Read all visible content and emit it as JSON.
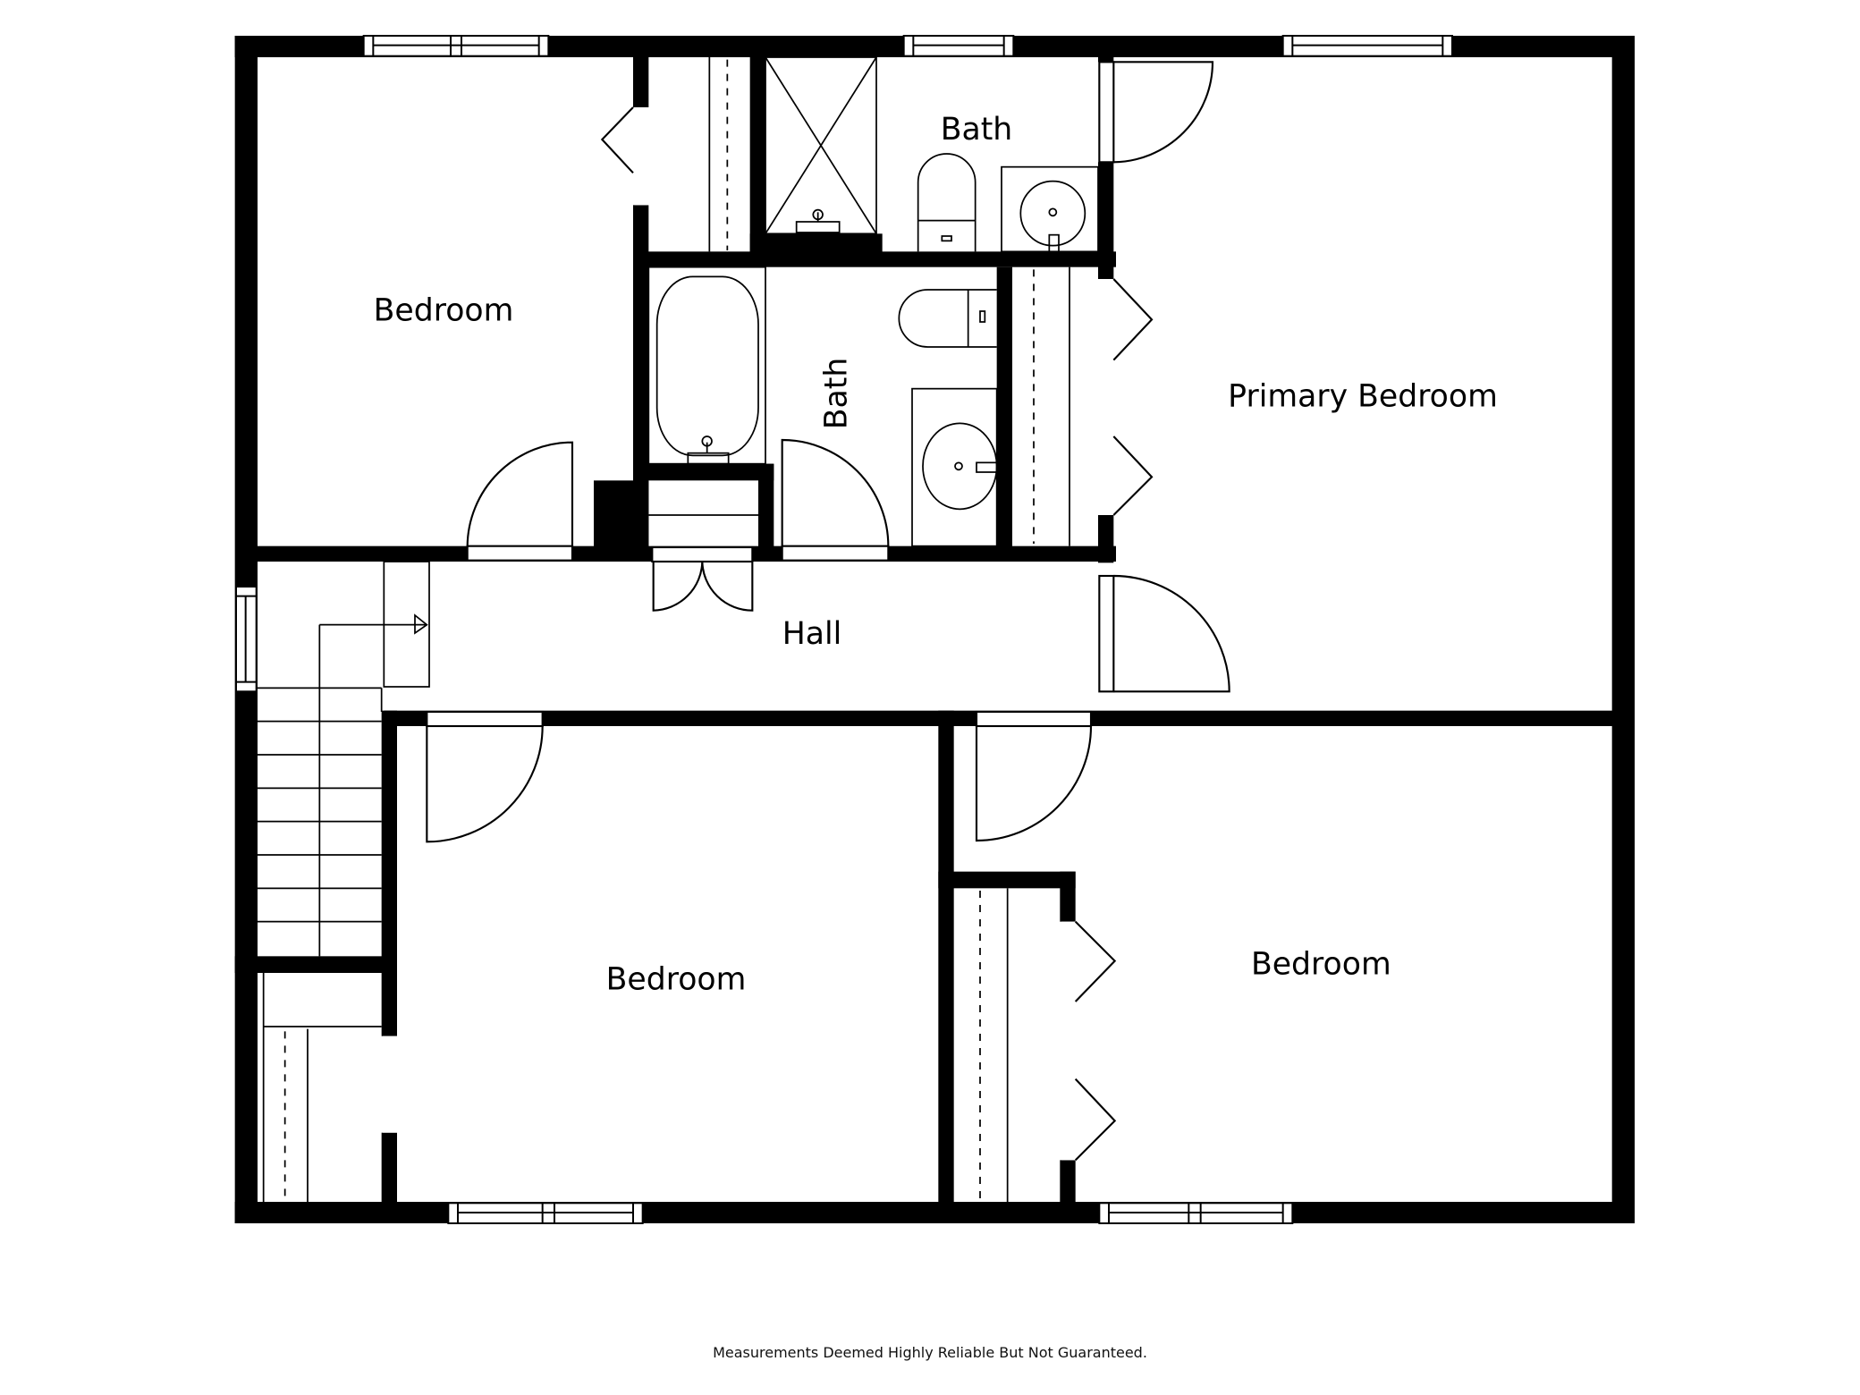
{
  "plan": {
    "wall_color": "#000000",
    "background_color": "#ffffff",
    "rooms": [
      {
        "id": "bedroom-nw",
        "label": "Bedroom"
      },
      {
        "id": "bath-upper",
        "label": "Bath"
      },
      {
        "id": "bath-middle",
        "label": "Bath"
      },
      {
        "id": "primary-bedroom",
        "label": "Primary Bedroom"
      },
      {
        "id": "hall",
        "label": "Hall"
      },
      {
        "id": "bedroom-sw",
        "label": "Bedroom"
      },
      {
        "id": "bedroom-se",
        "label": "Bedroom"
      }
    ]
  },
  "footer": {
    "disclaimer": "Measurements Deemed Highly Reliable But Not Guaranteed."
  }
}
